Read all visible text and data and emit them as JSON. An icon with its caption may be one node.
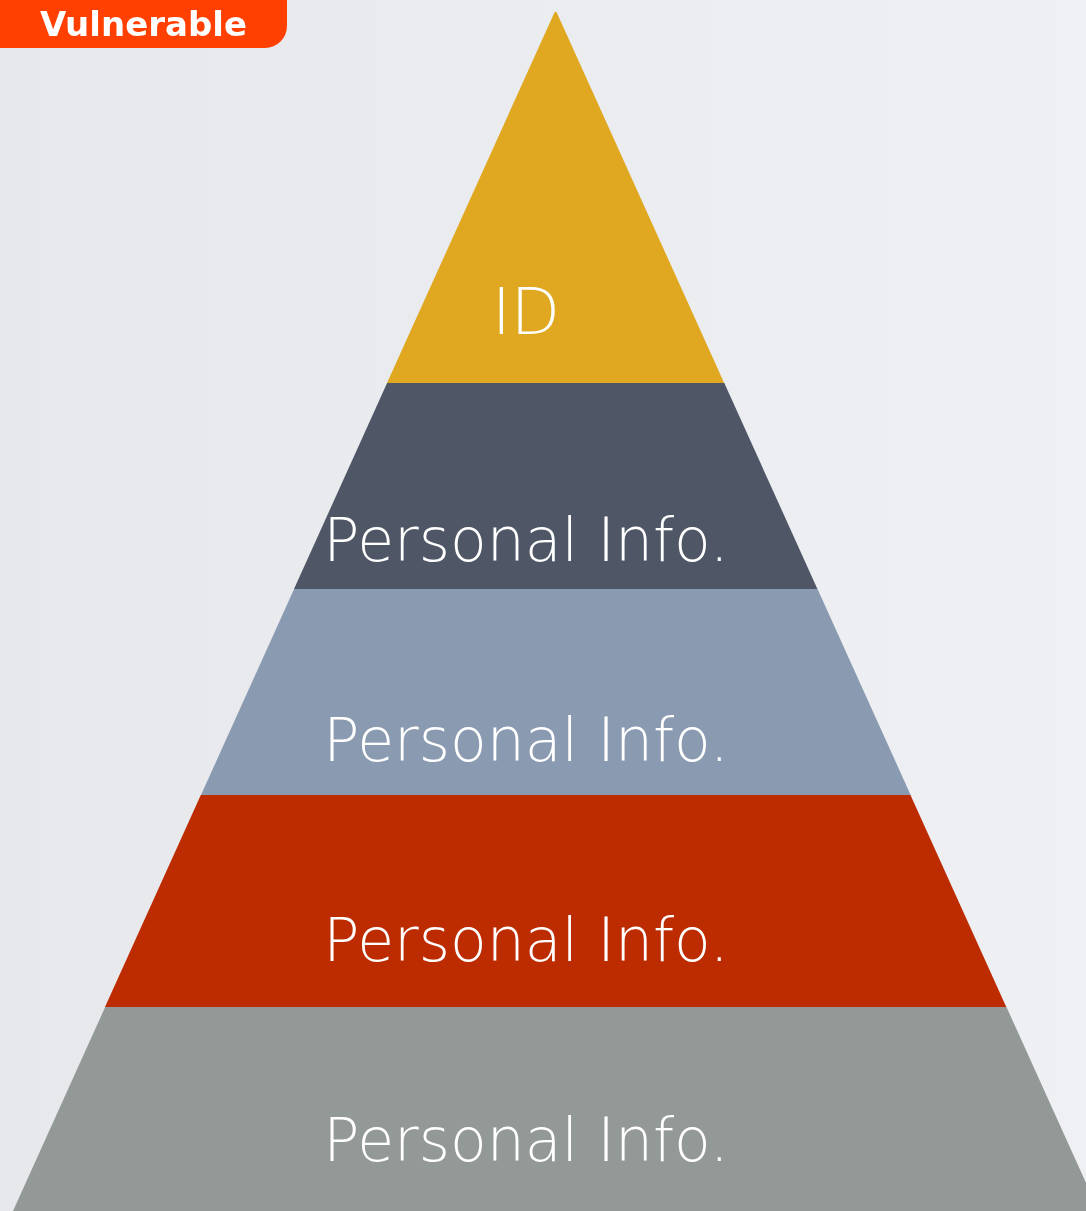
{
  "diagram": {
    "nodes": [
      {
        "text": [
          "Vulnerable"
        ]
      },
      {
        "text": [
          "ID"
        ]
      },
      {
        "text": [
          "Personal Info."
        ]
      },
      {
        "text": [
          "Personal Info."
        ]
      },
      {
        "text": [
          "Personal Info."
        ]
      },
      {
        "text": [
          "Personal Info."
        ]
      }
    ]
  }
}
